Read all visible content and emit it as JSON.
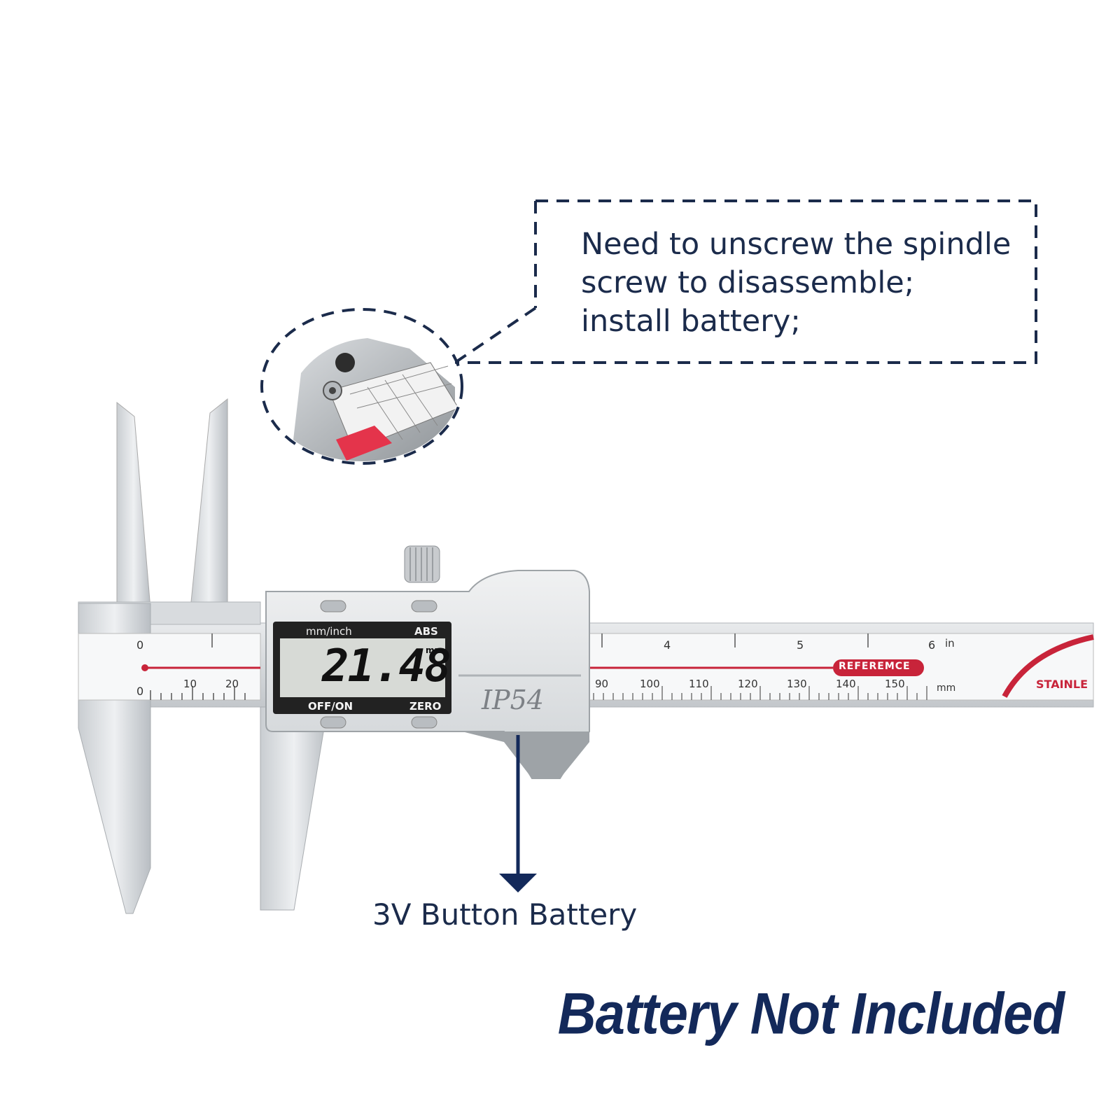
{
  "callout": {
    "lines": [
      "Need to unscrew the spindle",
      "screw to disassemble;",
      "install battery;"
    ]
  },
  "battery_label": "3V Button Battery",
  "footer": "Battery Not Included",
  "caliper": {
    "display": {
      "mode_label": "mm/inch",
      "abs_label": "ABS",
      "reading": "21.48",
      "unit": "mm",
      "off_on_label": "OFF/ON",
      "zero_label": "ZERO"
    },
    "ip_rating": "IP54",
    "scale": {
      "inch_left": "0",
      "mm_left": "0",
      "mm_left_ticks": [
        "10",
        "20"
      ],
      "inch_ticks": [
        "4",
        "5",
        "6"
      ],
      "inch_unit": "in",
      "mm_ticks": [
        "90",
        "100",
        "110",
        "120",
        "130",
        "140",
        "150"
      ],
      "mm_unit": "mm",
      "reference_label": "REFEREMCE",
      "brand_text": "STAINLE"
    }
  },
  "colors": {
    "navy": "#1b2b4b",
    "footer_navy": "#13295a",
    "reference_red": "#c8243a"
  }
}
